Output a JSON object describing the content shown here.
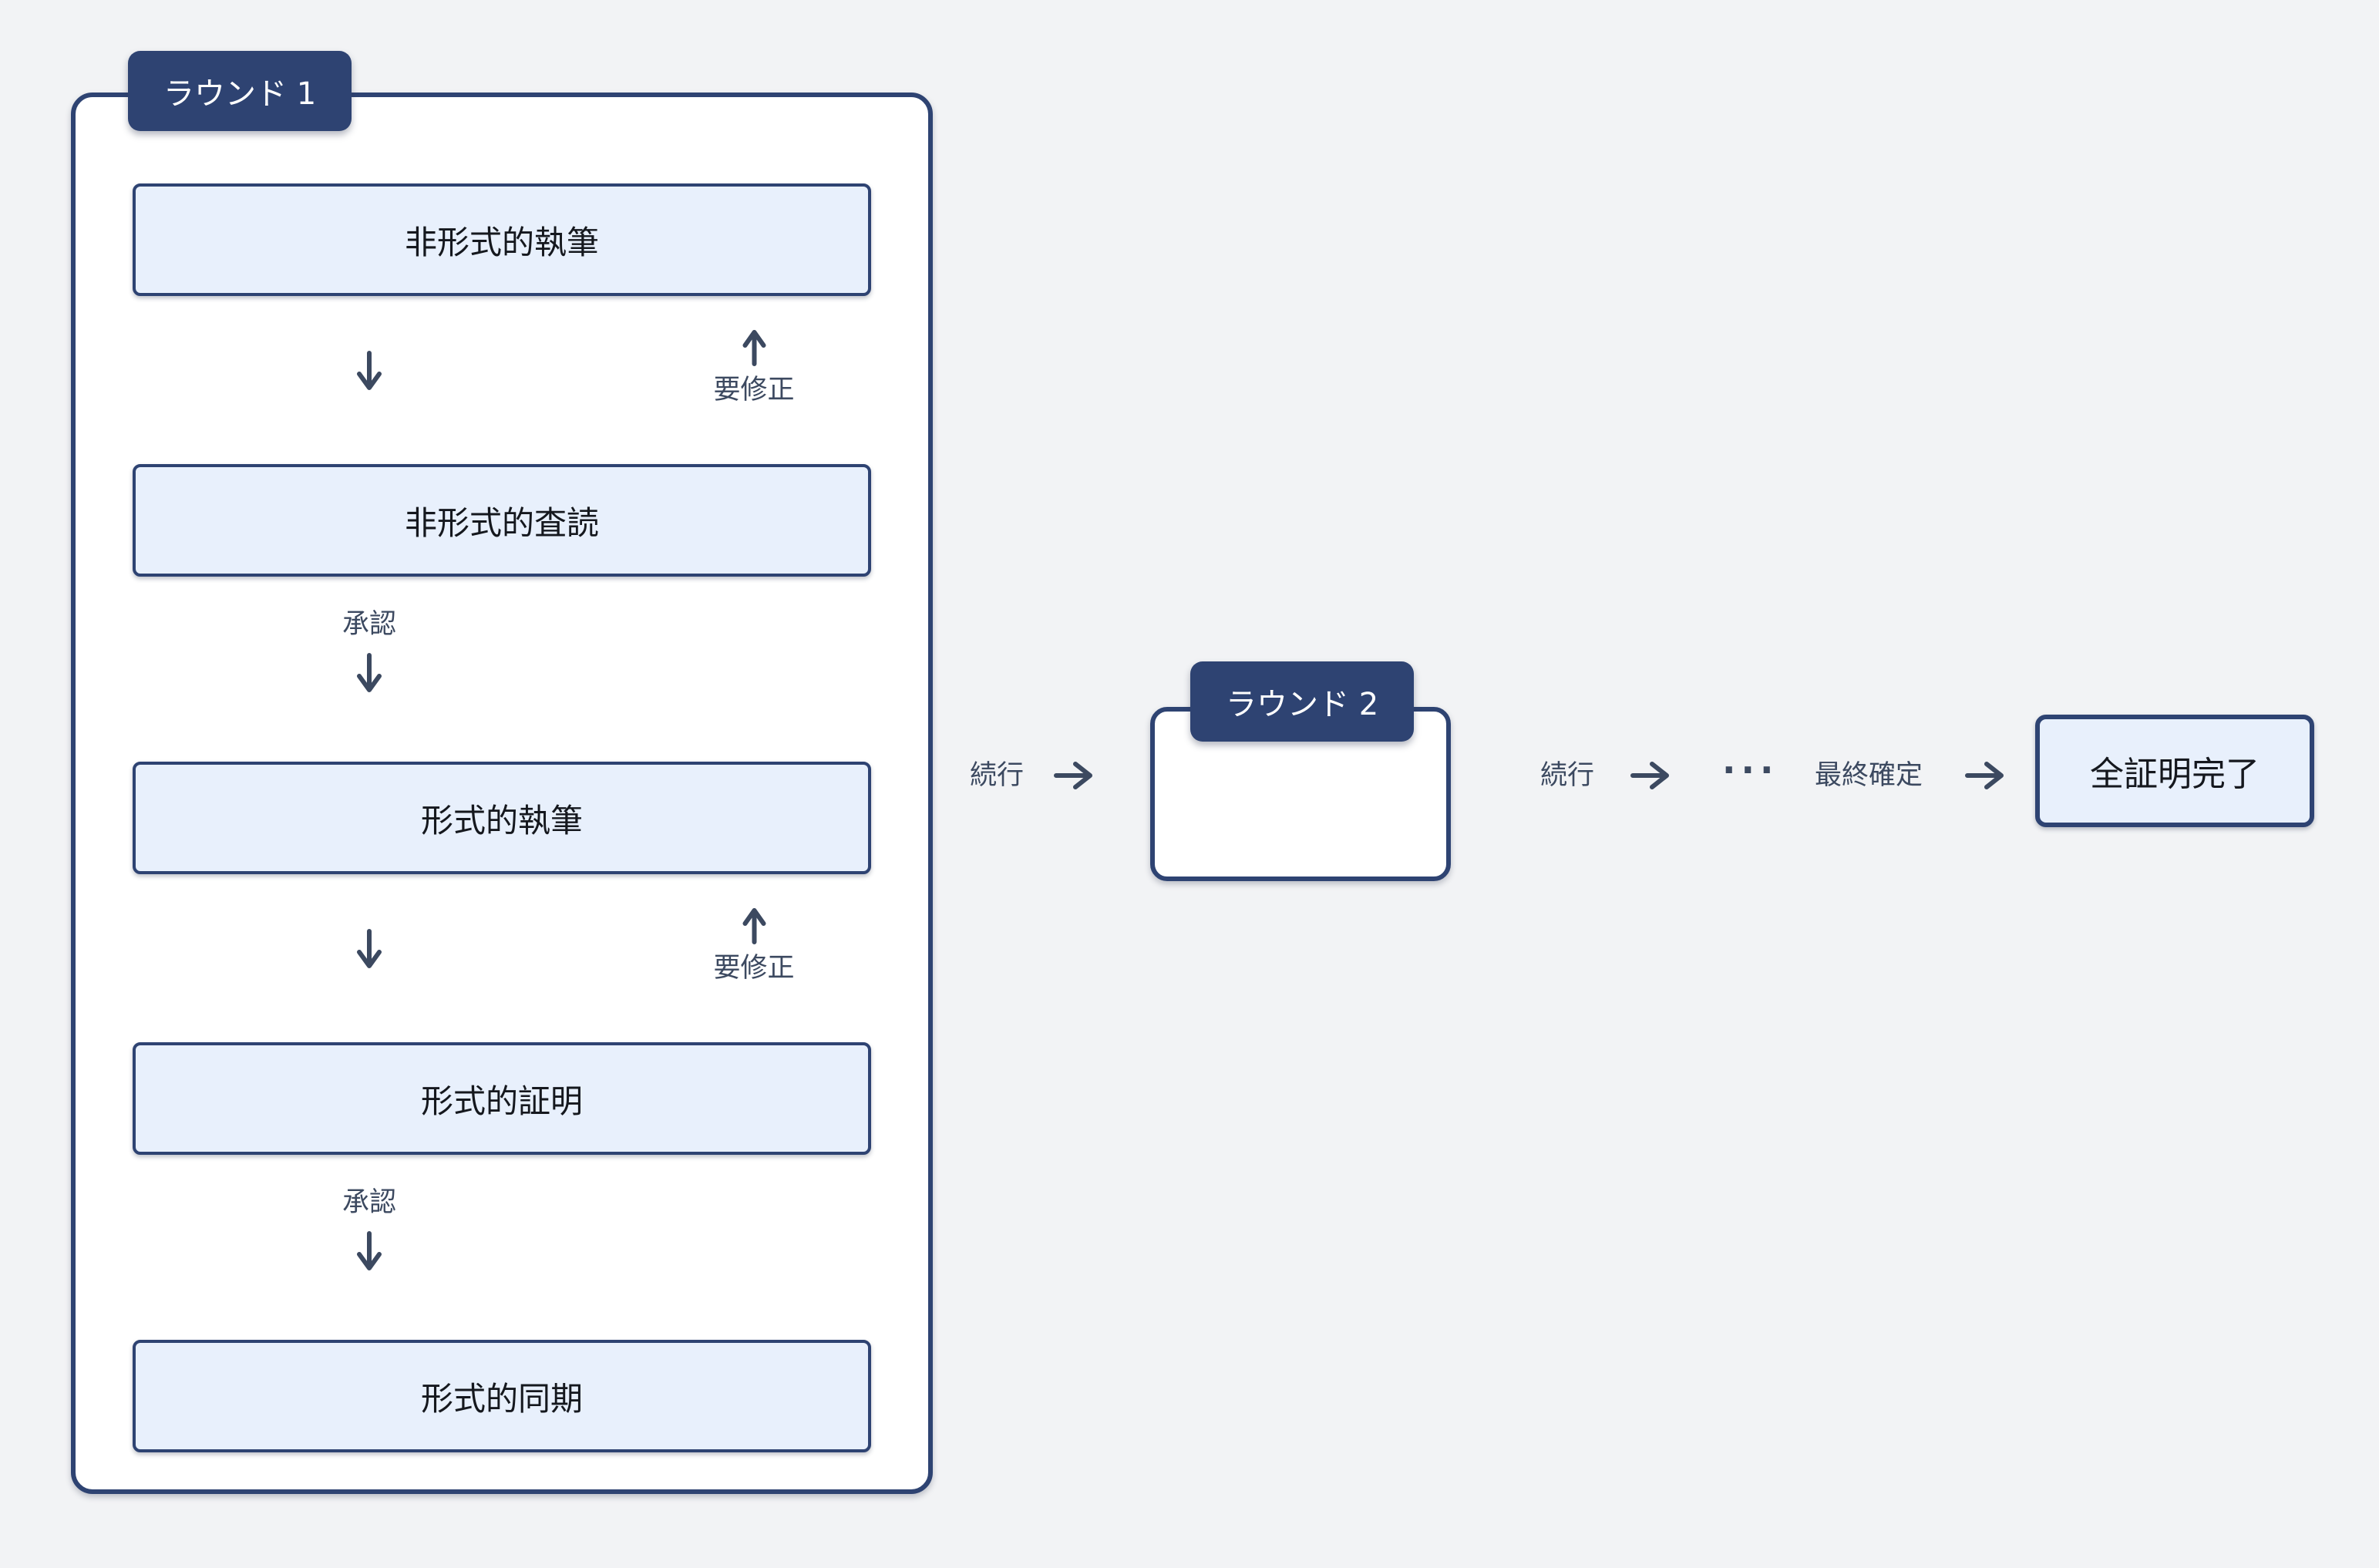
{
  "colors": {
    "bg": "#f2f3f5",
    "navy": "#2e4372",
    "box_fill": "#e8f0fc",
    "slate": "#3c4960",
    "box_text": "#15181e",
    "white": "#ffffff"
  },
  "round1": {
    "badge_label": "ラウンド 1",
    "steps": [
      {
        "label": "非形式的執筆"
      },
      {
        "label": "非形式的査読"
      },
      {
        "label": "形式的執筆"
      },
      {
        "label": "形式的証明"
      },
      {
        "label": "形式的同期"
      }
    ],
    "labels": {
      "revise": "要修正",
      "approve": "承認"
    }
  },
  "round2": {
    "badge_label": "ラウンド 2"
  },
  "flow": {
    "continue_label": "続行",
    "ellipsis": "...",
    "finalize_label": "最終確定",
    "done_label": "全証明完了"
  },
  "icons": {
    "down": "arrow-down-icon",
    "up": "arrow-up-icon",
    "right": "arrow-right-icon"
  }
}
